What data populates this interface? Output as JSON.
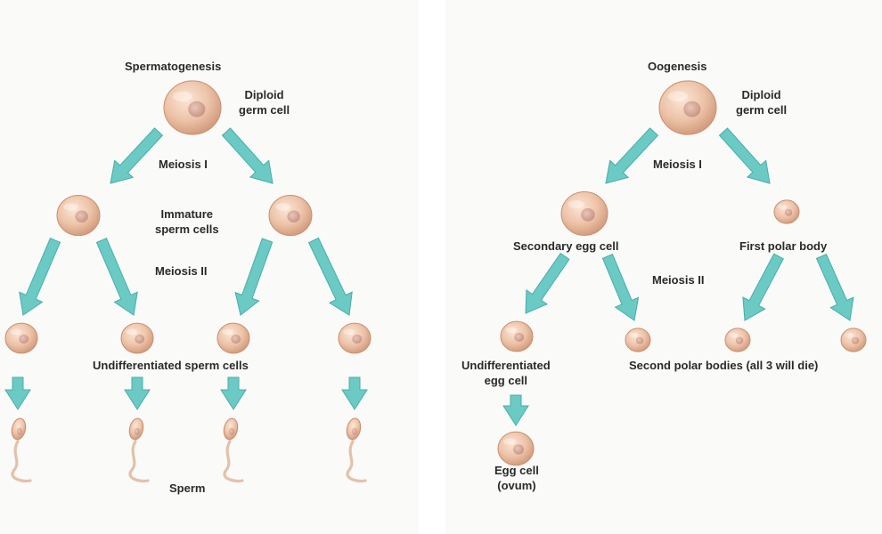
{
  "colors": {
    "arrow": "#5fc6c0",
    "arrow_edge": "#3aa7a4",
    "cell_fill": "#e6b89c",
    "cell_edge": "#c98f70",
    "nucleus": "#cf9a8e",
    "background": "#fafaf8"
  },
  "spermatogenesis": {
    "title": "Spermatogenesis",
    "diploid": "Diploid\ngerm cell",
    "meiosis1": "Meiosis I",
    "immature": "Immature\nsperm cells",
    "meiosis2": "Meiosis II",
    "undiff": "Undifferentiated sperm cells",
    "sperm": "Sperm"
  },
  "oogenesis": {
    "title": "Oogenesis",
    "diploid": "Diploid\ngerm cell",
    "meiosis1": "Meiosis I",
    "secondary": "Secondary egg cell",
    "first_polar": "First polar body",
    "meiosis2": "Meiosis II",
    "undiff_egg": "Undifferentiated\negg cell",
    "second_polar": "Second polar bodies (all 3 will die)",
    "egg": "Egg cell\n(ovum)"
  }
}
